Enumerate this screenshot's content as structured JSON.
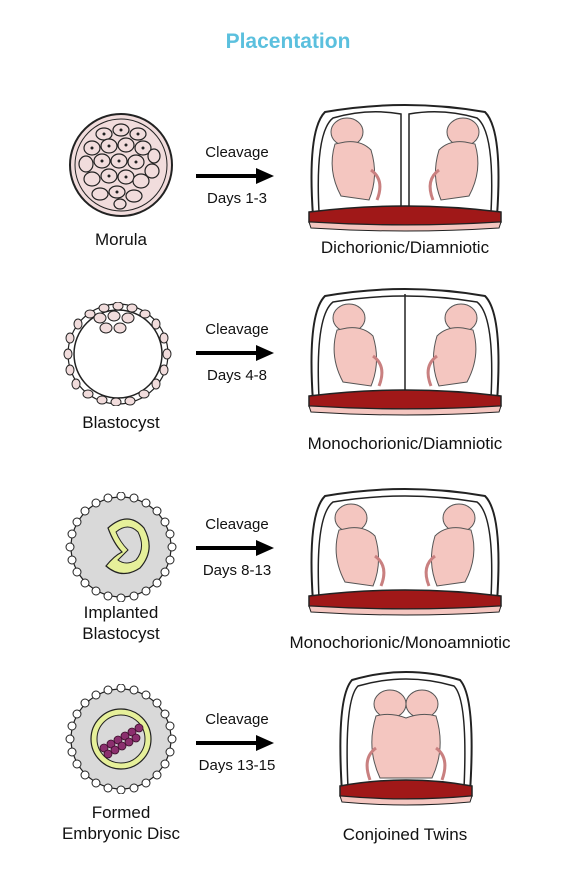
{
  "title": "Placentation",
  "colors": {
    "title": "#5bc0de",
    "fetus": "#f4c6c0",
    "placenta": "#a01818",
    "cell": "#f1dcdc",
    "inner_mass": "#e6f09a",
    "disc": "#8b2f6e"
  },
  "rows": [
    {
      "stage": [
        "Morula"
      ],
      "arrow_top": "Cleavage",
      "arrow_bottom": "Days 1-3",
      "outcome": "Dichorionic/Diamniotic"
    },
    {
      "stage": [
        "Blastocyst"
      ],
      "arrow_top": "Cleavage",
      "arrow_bottom": "Days 4-8",
      "outcome": "Monochorionic/Diamniotic"
    },
    {
      "stage": [
        "Implanted",
        "Blastocyst"
      ],
      "arrow_top": "Cleavage",
      "arrow_bottom": "Days 8-13",
      "outcome": "Monochorionic/Monoamniotic"
    },
    {
      "stage": [
        "Formed",
        "Embryonic Disc"
      ],
      "arrow_top": "Cleavage",
      "arrow_bottom": "Days 13-15",
      "outcome": "Conjoined Twins"
    }
  ]
}
